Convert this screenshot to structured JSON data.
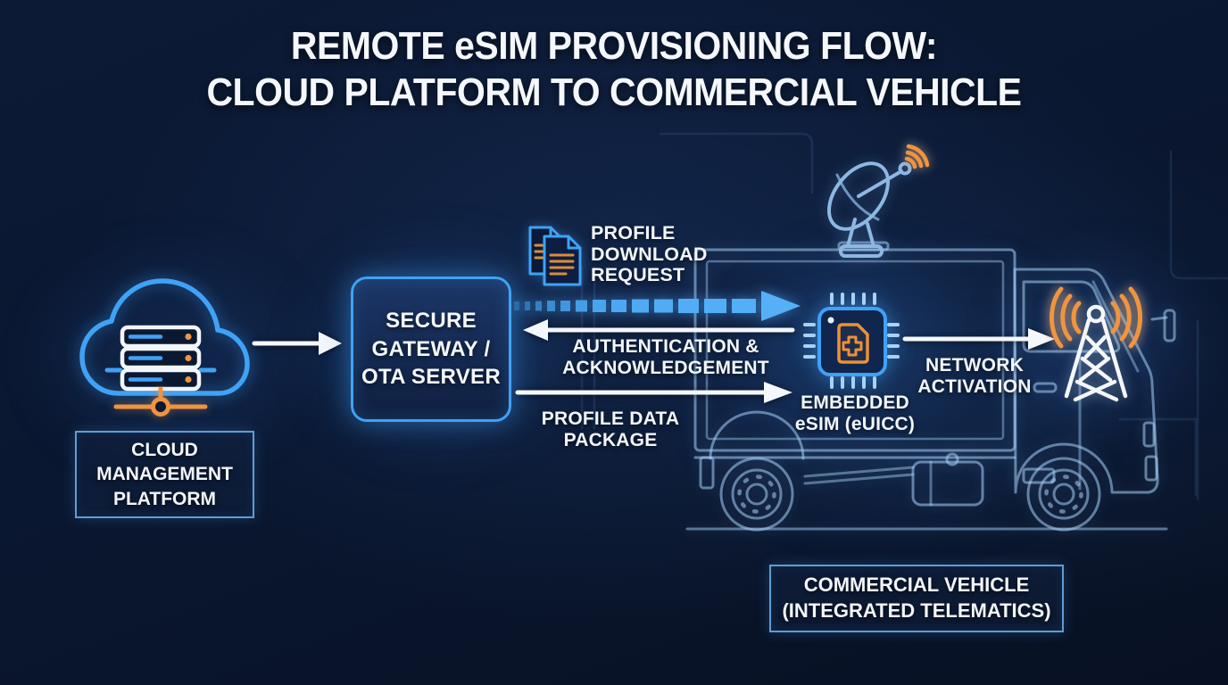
{
  "title": {
    "line1": "REMOTE eSIM PROVISIONING FLOW:",
    "line2": "CLOUD PLATFORM TO COMMERCIAL VEHICLE"
  },
  "nodes": {
    "cloud_platform": {
      "lines": [
        "CLOUD",
        "MANAGEMENT",
        "PLATFORM"
      ]
    },
    "gateway": {
      "lines": [
        "SECURE",
        "GATEWAY /",
        "OTA SERVER"
      ]
    },
    "esim": {
      "lines": [
        "EMBEDDED",
        "eSIM (eUICC)"
      ]
    },
    "vehicle": {
      "lines": [
        "COMMERCIAL VEHICLE",
        "(INTEGRATED TELEMATICS)"
      ]
    }
  },
  "flows": {
    "profile_download_request": {
      "lines": [
        "PROFILE",
        "DOWNLOAD",
        "REQUEST"
      ],
      "direction": "right",
      "style": "dashed-blue"
    },
    "authentication_acknowledgement": {
      "lines": [
        "AUTHENTICATION &",
        "ACKNOWLEDGEMENT"
      ],
      "direction": "left",
      "style": "solid-white"
    },
    "profile_data_package": {
      "lines": [
        "PROFILE DATA",
        "PACKAGE"
      ],
      "direction": "right",
      "style": "solid-white"
    },
    "network_activation": {
      "lines": [
        "NETWORK",
        "ACTIVATION"
      ],
      "direction": "right",
      "style": "solid-white"
    }
  },
  "icons": {
    "cloud_server": "cloud-server-icon",
    "documents": "profile-documents-icon",
    "esim_chip": "esim-chip-icon",
    "satellite_dish": "satellite-dish-icon",
    "cell_tower": "cell-tower-icon",
    "truck": "commercial-truck-outline"
  },
  "colors": {
    "background": "#0a1730",
    "accent_blue": "#3fa2f5",
    "soft_blue": "#a5d0f8",
    "orange": "#ee9440",
    "white": "#f4f7fb",
    "box_fill": "#102040"
  }
}
